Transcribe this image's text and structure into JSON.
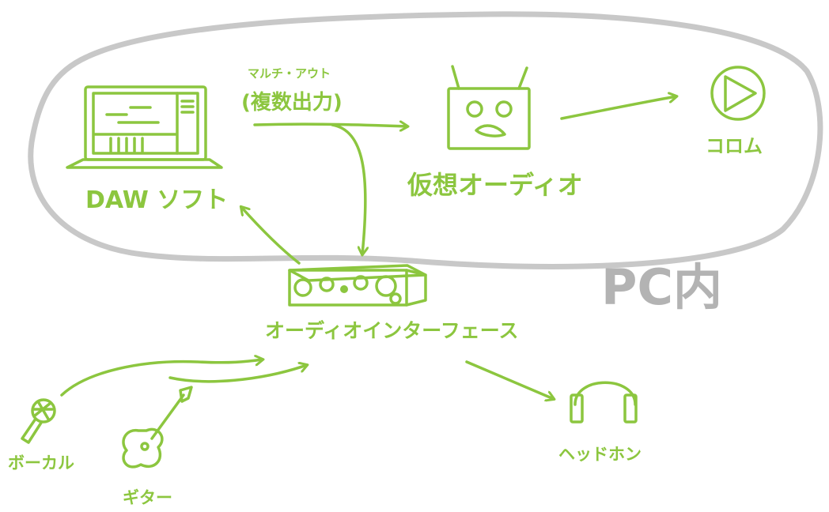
{
  "diagram": {
    "labels": {
      "daw": "DAW ソフト",
      "multi_out_sub": "マルチ・アウト",
      "multi_out_main": "(複数出力)",
      "virtual_audio": "仮想オーディオ",
      "kolom": "コロム",
      "pc": "PC内",
      "audio_interface": "オーディオインターフェース",
      "vocal": "ボーカル",
      "guitar": "ギター",
      "headphone": "ヘッドホン"
    },
    "colors": {
      "stroke": "#8cc63f",
      "pc_boundary": "#c8c8c8",
      "pc_label": "#b3b3b3",
      "background": "#ffffff"
    },
    "icons": [
      "laptop-icon",
      "robot-icon",
      "play-icon",
      "audio-interface-icon",
      "microphone-icon",
      "guitar-icon",
      "headphones-icon"
    ]
  }
}
